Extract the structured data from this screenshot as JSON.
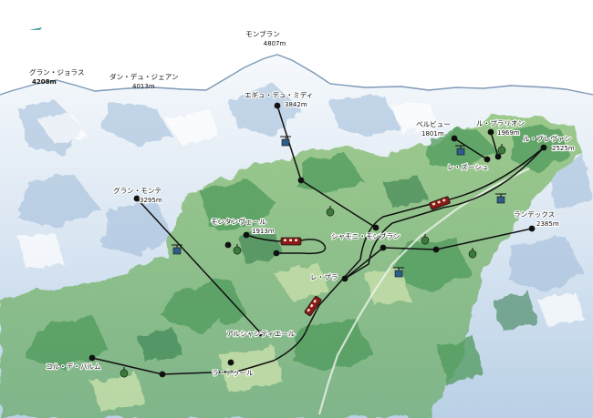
{
  "peaks": {
    "mont_blanc": {
      "name": "モンブラン",
      "altitude": "4807m"
    },
    "grandes_jorasses": {
      "name": "グラン・ジョラス",
      "altitude": "4208m"
    },
    "dent_du_geant": {
      "name": "ダン・デュ・ジェアン",
      "altitude": "4013m"
    }
  },
  "stations": {
    "aiguille_du_midi": {
      "name": "エギュ・デュ・ミディ",
      "altitude": "3842m"
    },
    "grands_montets": {
      "name": "グラン・モンテ",
      "altitude": "3295m"
    },
    "montenvers": {
      "name": "モンタンヴェール",
      "altitude": "1913m"
    },
    "chamonix": {
      "name": "シャモニ・モンブラン"
    },
    "les_praz": {
      "name": "レ・プラ"
    },
    "argentiere": {
      "name": "アルシャンティエール"
    },
    "le_tour": {
      "name": "ラ・トゥール"
    },
    "col_de_balme": {
      "name": "コル・デ・バルム"
    },
    "bellevue": {
      "name": "ベルビュー",
      "altitude": "1801m"
    },
    "les_houches": {
      "name": "レ・ズーシュ"
    },
    "le_prarion": {
      "name": "ル・プラリオン",
      "altitude": "1969m"
    },
    "le_brevent": {
      "name": "ル・ブレヴァン",
      "altitude": "2525m"
    },
    "flegere": {
      "name": "ランデックス",
      "altitude": "2385m"
    }
  },
  "colors": {
    "sky": "#ffffff",
    "glacier": "#dfeaf5",
    "snow_shadow": "#a9c3de",
    "forest": "#6fae6a",
    "forest_dark": "#3f8a55",
    "meadow": "#b8d39c",
    "route": "#111111",
    "gondola": "#3a7a3a",
    "train": "#8a1a1a"
  },
  "icons": {
    "station": "station-dot-icon",
    "cable_car": "cable-car-icon",
    "gondola": "gondola-icon",
    "train": "mountain-train-icon",
    "corner": "corner-arrow-icon"
  }
}
